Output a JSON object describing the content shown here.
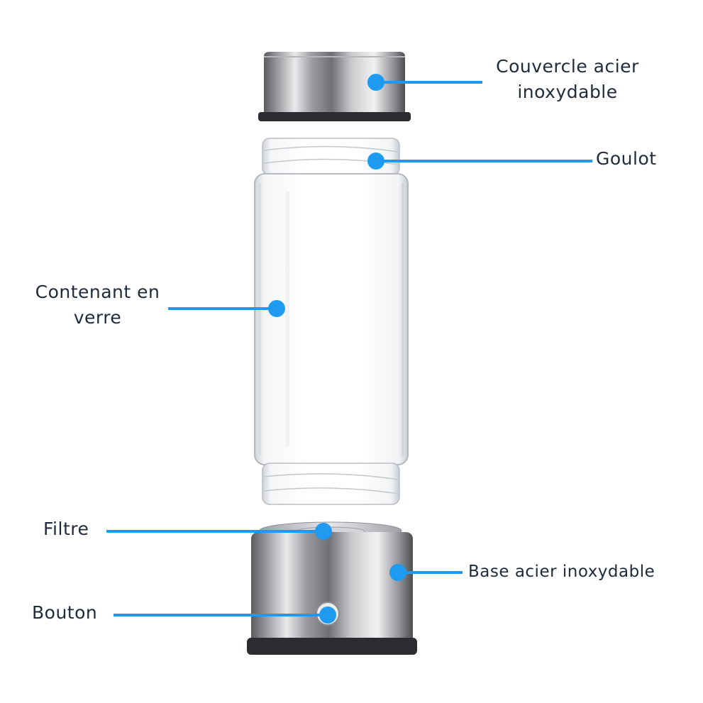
{
  "accent_color": "#1e9bf0",
  "labels": {
    "lid": {
      "line1": "Couvercle acier",
      "line2": "inoxydable"
    },
    "neck": {
      "text": "Goulot"
    },
    "glass": {
      "line1": "Contenant en",
      "line2": "verre"
    },
    "filter": {
      "text": "Filtre"
    },
    "base": {
      "text": "Base acier inoxydable"
    },
    "button": {
      "text": "Bouton"
    }
  }
}
